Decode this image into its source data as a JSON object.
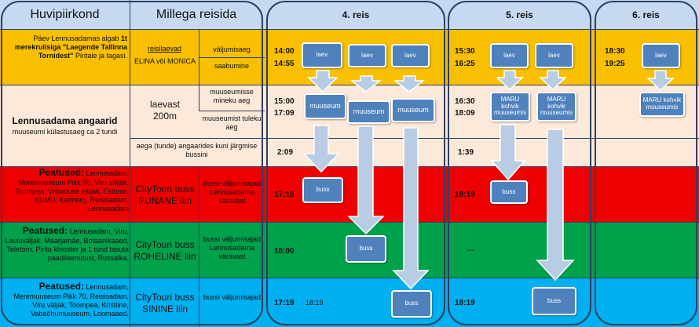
{
  "header": {
    "col1": "Huvipiirkond",
    "col2": "Millega reisida",
    "trip4": "4. reis",
    "trip5": "5. reis",
    "trip6": "6. reis"
  },
  "rows": {
    "ship": {
      "desc_a": "Päev Lennusadamas algab ",
      "desc_b": "1t merekruiisiga \"Laegende Tallinna Tornidest\"",
      "desc_c": " Piritale ja tagasi.",
      "transport_title": "reisilaevad",
      "transport_sub": "ELINA või MONICA",
      "depart_label": "väljumisaeg",
      "arrive_label": "saabumine"
    },
    "museum": {
      "title": "Lennusadama angaarid",
      "subtitle": "muuseumi külastusaeg ca 2 tundi",
      "transport": "laevast 200m",
      "go_label": "muuseumisse mineku aeg",
      "leave_label": "muuseumist tuleku aeg"
    },
    "wait": {
      "label": "aega (tunde) angaarides kuni järgmise bussini"
    },
    "red": {
      "stops_head": "Peatused:",
      "stops": " Lennusadam, Meremuuseum Pikk 70, Viru väljak, Toompea, Vabaduse väljak, Estonia, KUMU, Kadriorg, Reisisadam, Lennusadam",
      "bus": "CityTouri buss PUNANE liin",
      "note": "bussi väljumisajad Lennusadama väravast"
    },
    "green": {
      "stops_head": "Peatused:",
      "stops": " Lennusadam, Viru, Lauluväljak, Maarjamäe, Botaanikaaed, Teletorn, Pirita klooster ja 1 tund tasuta paadilaenutust, Russalka,",
      "bus": "CityTouri buss ROHELINE liin",
      "note": "bussi väljumisajad Lennusadama väravast"
    },
    "blue": {
      "stops_head": "Peatused:",
      "stops": " Lennusadam, Meremuuseum Pikk 70, Reisisadam, Viru väljak, Toompea, Kristiine, Vabaõhumuuseum, Loomaaed,",
      "bus": "CityTouri buss SININE liin",
      "note": "bussi väljumisajad"
    }
  },
  "trip4": {
    "ship_depart": "14:00",
    "ship_arrive": "14:55",
    "museum_go": "15:00",
    "museum_leave": "17:09",
    "wait": "2:09",
    "red": "17:19",
    "green": "18:00",
    "blue": "17:19",
    "blue_extra": "18:19"
  },
  "trip5": {
    "ship_depart": "15:30",
    "ship_arrive": "16:25",
    "museum_go": "16:30",
    "museum_leave": "18:09",
    "wait": "1:39",
    "red": "18:19",
    "green": "---",
    "blue": "18:19"
  },
  "trip6": {
    "ship_depart": "18:30",
    "ship_arrive": "19:25"
  },
  "labels": {
    "laev": "laev",
    "muuseum": "muuseum",
    "maru": "MARU kohvik muuseumis",
    "buss": "buss"
  },
  "colors": {
    "header": "#c6d9f1",
    "ship_row": "#f8c000",
    "museum_row": "#fde9d9",
    "red_row": "#ee0000",
    "green_row": "#00a14b",
    "blue_row": "#00b0f0",
    "box": "#4f81bd",
    "arrow": "#b8cce4"
  }
}
